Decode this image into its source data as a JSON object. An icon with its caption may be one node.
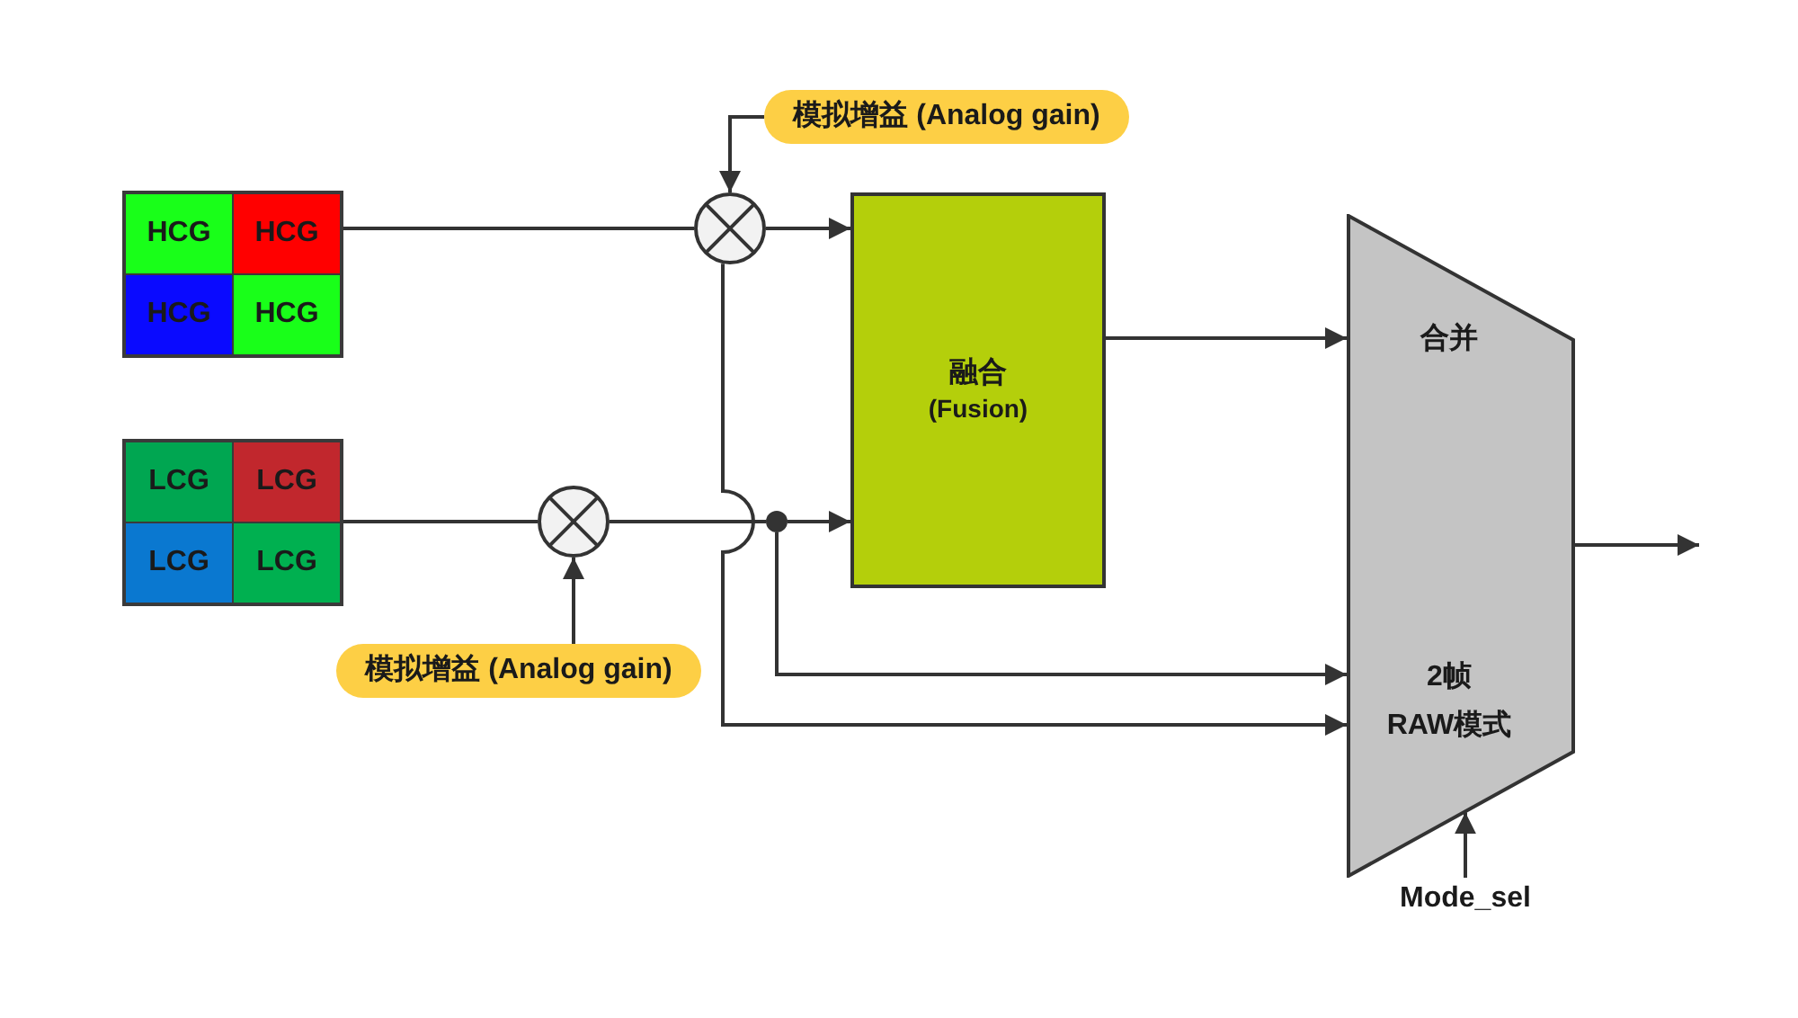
{
  "diagram": {
    "nodes": [
      {
        "text": [
          "模拟增益 (Analog gain)"
        ]
      },
      {
        "text": [],
        "shape": "box"
      },
      {
        "text": [
          "HCG"
        ],
        "in": 1
      },
      {
        "text": [
          "HCG"
        ],
        "in": 1
      },
      {
        "text": [
          "HCG"
        ],
        "in": 1
      },
      {
        "text": [
          "HCG"
        ],
        "in": 1
      },
      {
        "text": [],
        "shape": "circle"
      },
      {
        "text": [
          "融合",
          "(Fusion)"
        ]
      },
      {
        "text": [
          "合并",
          "2帧 RAW模式"
        ]
      },
      {
        "text": [],
        "shape": "box"
      },
      {
        "text": [
          "LCG"
        ],
        "in": 9
      },
      {
        "text": [
          "LCG"
        ],
        "in": 9
      },
      {
        "text": [
          "LCG"
        ],
        "in": 9
      },
      {
        "text": [
          "LCG"
        ],
        "in": 9
      },
      {
        "text": [],
        "shape": "circle"
      },
      {
        "text": [],
        "shape": "circle"
      },
      {
        "text": [
          "模拟增益 (Analog gain)"
        ]
      },
      {
        "text": [
          "Mode_sel"
        ]
      }
    ],
    "edges": [
      {
        "from": 1,
        "to": 6,
        "arrow": "none"
      },
      {
        "from": 0,
        "to": 6,
        "arrow": "to"
      },
      {
        "from": 6,
        "to": 7,
        "arrow": "to"
      },
      {
        "from": 9,
        "to": 14,
        "arrow": "none"
      },
      {
        "from": 16,
        "to": 14,
        "arrow": "to"
      },
      {
        "from": 14,
        "to": 15,
        "arrow": "none"
      },
      {
        "from": 15,
        "to": 7,
        "arrow": "to"
      },
      {
        "from": 15,
        "to": 8,
        "arrow": "to"
      },
      {
        "from": 6,
        "to": 8,
        "arrow": "to"
      },
      {
        "from": 7,
        "to": 8,
        "arrow": "to"
      },
      {
        "from": 8,
        "to": null,
        "arrow": "to"
      },
      {
        "from": 17,
        "to": 8,
        "arrow": "to"
      }
    ]
  }
}
